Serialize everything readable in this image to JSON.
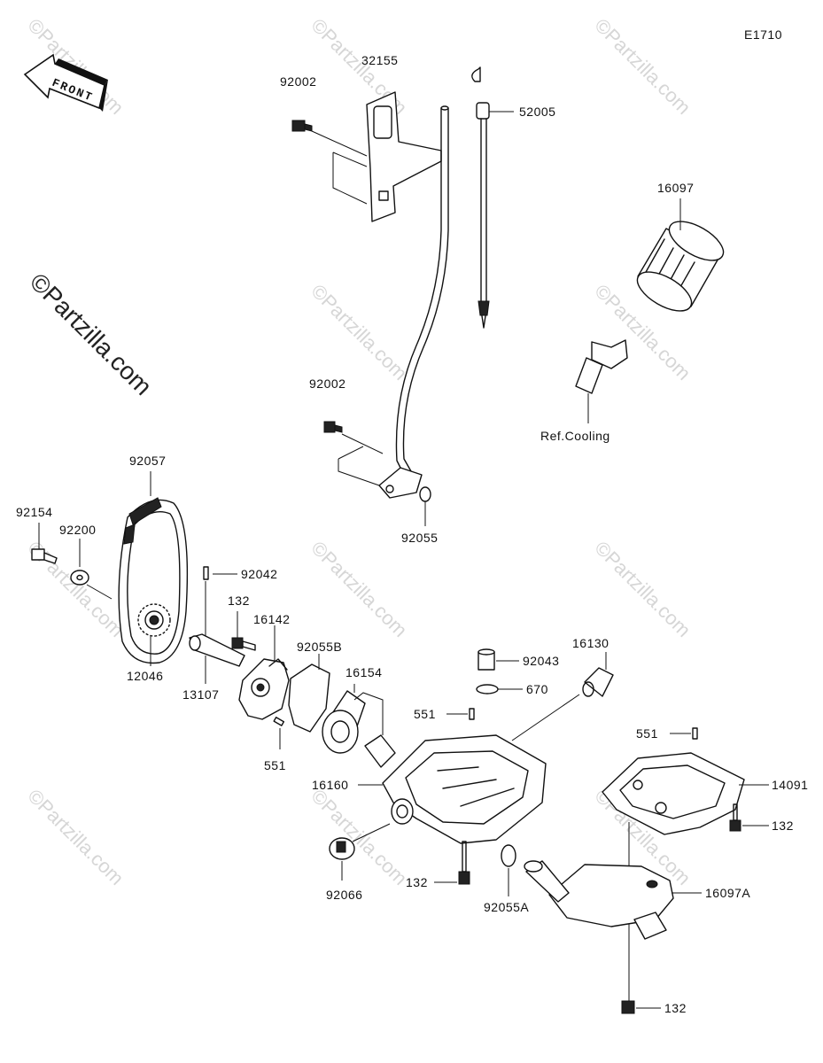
{
  "diagram_code": "E1710",
  "front_label": "FRONT",
  "watermark": "©Partzilla.com",
  "parts": {
    "p32155": "32155",
    "p92002_top": "92002",
    "p52005": "52005",
    "p16097": "16097",
    "ref_cooling": "Ref.Cooling",
    "p92002_mid": "92002",
    "p92055": "92055",
    "p92057": "92057",
    "p92154": "92154",
    "p92200": "92200",
    "p92042": "92042",
    "p132_pump": "132",
    "p16142": "16142",
    "p92055B": "92055B",
    "p16154": "16154",
    "p12046": "12046",
    "p13107": "13107",
    "p551_pump": "551",
    "p92043": "92043",
    "p16130": "16130",
    "p670": "670",
    "p551_mid": "551",
    "p551_right": "551",
    "p16160": "16160",
    "p14091": "14091",
    "p132_right": "132",
    "p92066": "92066",
    "p132_bottom": "132",
    "p92055A": "92055A",
    "p16097A": "16097A",
    "p132_lower": "132"
  }
}
